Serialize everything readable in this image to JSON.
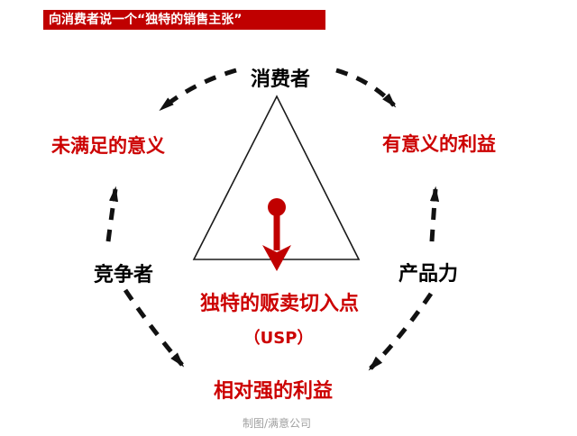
{
  "banner": {
    "label": "向消费者说一个“独特的销售主张”"
  },
  "nodes": {
    "consumer": "消费者",
    "unmet_meaning": "未满足的意义",
    "meaningful_benefit": "有意义的利益",
    "competitor": "竞争者",
    "product_power": "产品力",
    "usp_title": "独特的贩卖切入点",
    "usp_sub": "（USP）",
    "relative_benefit": "相对强的利益"
  },
  "caption": "制图/满意公司",
  "icons": {
    "triangle": "triangle-outline",
    "usp_arrow": "red-down-arrow",
    "flow_arrows": "black-dashed-arrows"
  },
  "colors": {
    "accent_red": "#C00000",
    "label_red": "#CC0000",
    "arrow_black": "#111111",
    "caption_gray": "#A0A0A0",
    "banner_text": "#FFFFFF"
  }
}
